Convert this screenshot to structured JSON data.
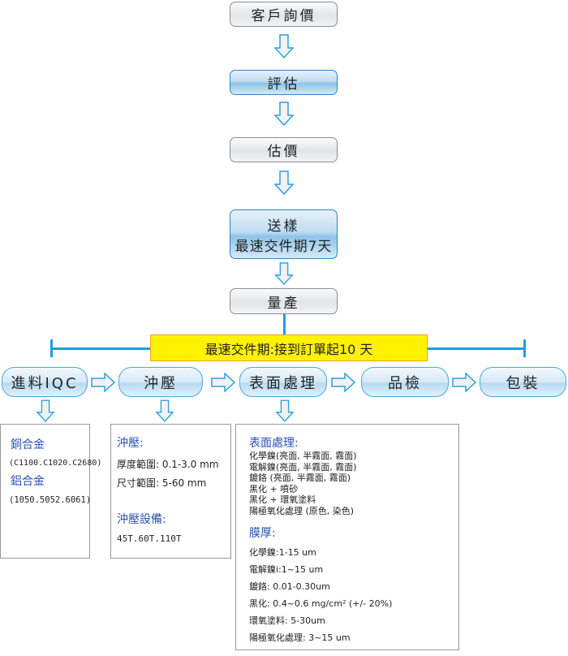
{
  "flow": {
    "step1": "客戶詢價",
    "step2": "評估",
    "step3": "估價",
    "step4_title": "送樣",
    "step4_sub": "最速交件期7天",
    "step5": "量產"
  },
  "banner": "最速交件期:接到訂單起10 天",
  "process": [
    "進料IQC",
    "沖壓",
    "表面處理",
    "品檢",
    "包裝"
  ],
  "materials": {
    "copper_title": "銅合金",
    "copper_grades": "(C1100.C1020.C2680)",
    "aluminum_title": "鋁合金",
    "aluminum_grades": "(1050.5052.6061)"
  },
  "stamping": {
    "title": "沖壓:",
    "thickness": "厚度範圍: 0.1-3.0 mm",
    "size": "尺寸範圍: 5-60 mm",
    "equipment_title": "沖壓設備:",
    "equipment": "45T.60T.110T"
  },
  "surface": {
    "title": "表面處理:",
    "items": [
      "化學鎳(亮面, 半霧面, 霧面)",
      "電解鎳(亮面, 半霧面, 霧面)",
      "鍍鉻 (亮面, 半霧面, 霧面)",
      "黑化 + 噴砂",
      "黑化 + 環氧塗料",
      "陽極氧化處理 (原色, 染色)"
    ],
    "thickness_title": "膜厚:",
    "thickness": [
      "化學鎳:1-15 um",
      "電解鎳i:1~15 um",
      "鍍鉻: 0.01-0.30um",
      "黑化: 0.4~0.6 mg/cm² (+/- 20%)",
      "環氧塗料: 5-30um",
      "陽極氧化處理: 3~15 um"
    ]
  },
  "colors": {
    "accent": "#1e9ee0",
    "banner": "#fff200",
    "banner_border": "#f0a020",
    "heading": "#2a4fb0"
  }
}
